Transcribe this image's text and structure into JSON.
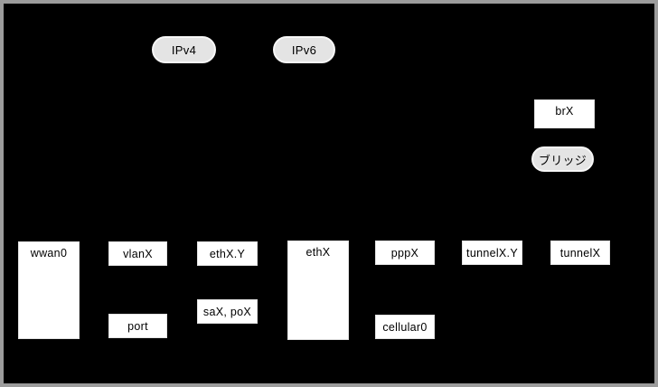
{
  "diagram": {
    "description": "Network interface layering diagram on black background",
    "colors": {
      "background": "#000000",
      "frame": "#9c9c9c",
      "box_fill": "#ffffff",
      "pill_fill": "#e4e4e4",
      "pill_outline": "#f7f7f7",
      "label_text": "#000000"
    }
  },
  "nodes": {
    "ipv4": "IPv4",
    "ipv6": "IPv6",
    "brx": "brX",
    "bridge": "ブリッジ",
    "wwan0": "wwan0",
    "vlanx": "vlanX",
    "ethxy": "ethX.Y",
    "ethx": "ethX",
    "pppx": "pppX",
    "tunnelxy": "tunnelX.Y",
    "tunnelx": "tunnelX",
    "port": "port",
    "sax_pox": "saX, poX",
    "cellular0": "cellular0"
  }
}
